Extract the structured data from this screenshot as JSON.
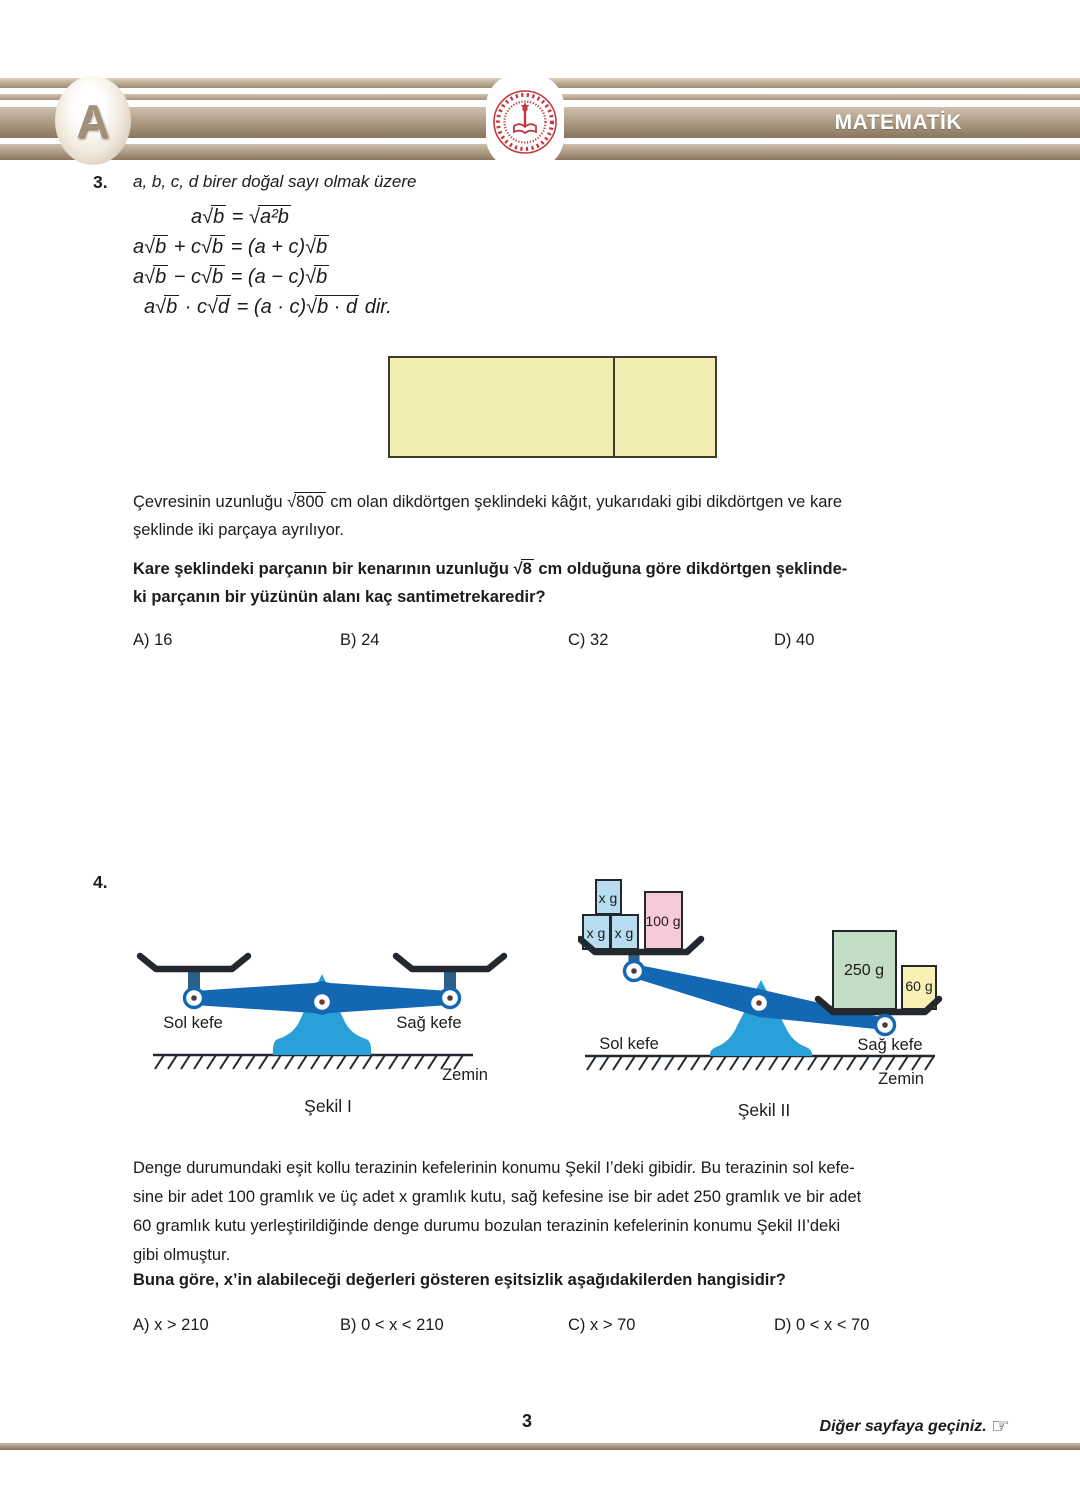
{
  "header": {
    "booklet_letter": "A",
    "subject": "MATEMATİK"
  },
  "q3": {
    "number": "3.",
    "intro": "a, b, c, d birer doğal sayı olmak üzere",
    "formulas": [
      "aR(b) = R(a²b)",
      "aR(b) + cR(b) = (a + c)R(b)",
      "aR(b) − cR(b) = (a − c)R(b)",
      "aR(b) · cR(d) = (a · c)R(b · d)  dir."
    ],
    "paragraph": "Çevresinin uzunluğu R(800) cm olan dikdörtgen şeklindeki kâğıt, yukarıdaki gibi dikdörtgen ve kare\nşeklinde iki parçaya ayrılıyor.",
    "question": "Kare şeklindeki parçanın bir kenarının uzunluğu R(8) cm olduğuna göre dikdörtgen şeklinde-\nki parçanın bir yüzünün alanı kaç santimetrekaredir?",
    "options": [
      {
        "key": "A)",
        "value": "16"
      },
      {
        "key": "B)",
        "value": "24"
      },
      {
        "key": "C)",
        "value": "32"
      },
      {
        "key": "D)",
        "value": "40"
      }
    ]
  },
  "q4": {
    "number": "4.",
    "fig1": {
      "left_pan_label": "Sol kefe",
      "right_pan_label": "Sağ kefe",
      "ground_label": "Zemin",
      "caption": "Şekil I"
    },
    "fig2": {
      "left_pan_label": "Sol kefe",
      "right_pan_label": "Sağ kefe",
      "ground_label": "Zemin",
      "caption": "Şekil II",
      "boxes": {
        "x_top": "x g",
        "x_left": "x g",
        "x_right": "x g",
        "w100": "100 g",
        "w250": "250 g",
        "w60": "60 g"
      }
    },
    "paragraph": "Denge durumundaki eşit kollu terazinin kefelerinin konumu Şekil I’deki gibidir. Bu terazinin sol kefe-\nsine bir adet 100 gramlık ve üç adet x gramlık kutu, sağ kefesine ise bir adet 250 gramlık ve bir adet\n60 gramlık kutu yerleştirildiğinde denge durumu bozulan terazinin kefelerinin konumu Şekil II’deki\ngibi olmuştur.",
    "question": "Buna göre, x’in alabileceği değerleri gösteren eşitsizlik aşağıdakilerden hangisidir?",
    "options": [
      {
        "key": "A)",
        "value": "x > 210"
      },
      {
        "key": "B)",
        "value": "0 < x < 210"
      },
      {
        "key": "C)",
        "value": "x > 70"
      },
      {
        "key": "D)",
        "value": "0 < x < 70"
      }
    ]
  },
  "footer": {
    "page_number": "3",
    "next_page": "Diğer sayfaya geçiniz.",
    "hand_icon": "☞"
  },
  "colors": {
    "band_tan": "#b4a28b",
    "paper_yellow": "#f2eeb2",
    "beam_blue": "#1467b2",
    "pedestal_blue": "#29a0d8",
    "stem_blue": "#2b5f86",
    "pan_dark": "#23282e",
    "box_blue": "#b8ddf1",
    "box_pink": "#f8c9d9",
    "box_green": "#c3dcc4",
    "box_yellow": "#f8f0b4",
    "emblem_red": "#c23a40",
    "text": "#1c1c1c"
  }
}
